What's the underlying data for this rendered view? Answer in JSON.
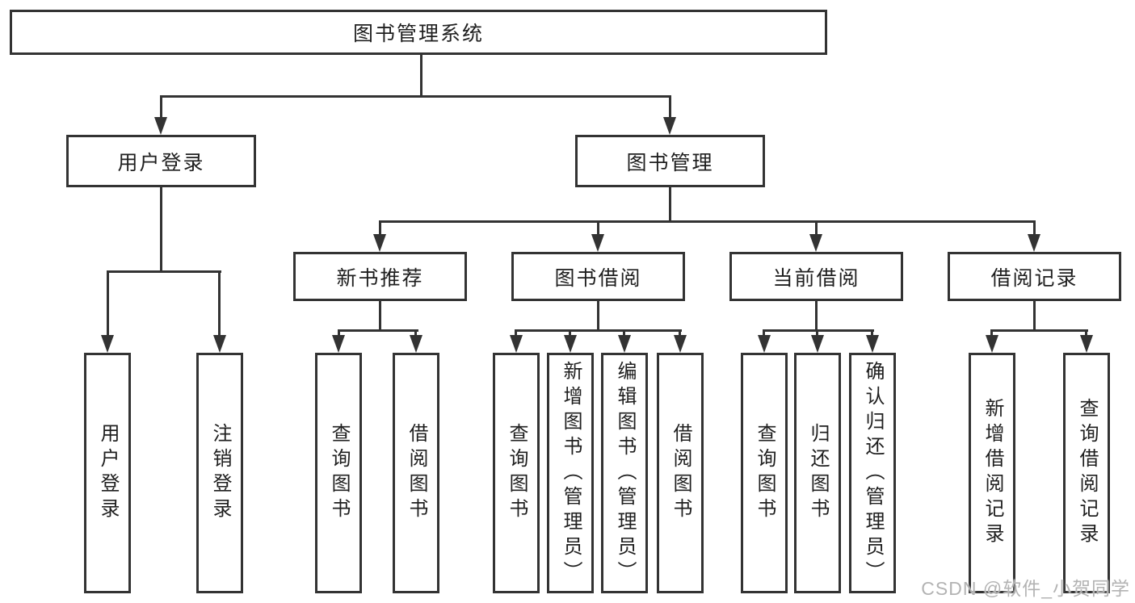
{
  "tree": {
    "label": "图书管理系统",
    "children": [
      {
        "label": "用户登录",
        "children": [
          {
            "label": "用户登录"
          },
          {
            "label": "注销登录"
          }
        ]
      },
      {
        "label": "图书管理",
        "children": [
          {
            "label": "新书推荐",
            "children": [
              {
                "label": "查询图书"
              },
              {
                "label": "借阅图书"
              }
            ]
          },
          {
            "label": "图书借阅",
            "children": [
              {
                "label": "查询图书"
              },
              {
                "label": "新增图书（管理员）"
              },
              {
                "label": "编辑图书（管理员）"
              },
              {
                "label": "借阅图书"
              }
            ]
          },
          {
            "label": "当前借阅",
            "children": [
              {
                "label": "查询图书"
              },
              {
                "label": "归还图书"
              },
              {
                "label": "确认归还（管理员）"
              }
            ]
          },
          {
            "label": "借阅记录",
            "children": [
              {
                "label": "新增借阅记录"
              },
              {
                "label": "查询借阅记录"
              }
            ]
          }
        ]
      }
    ]
  },
  "watermark": "CSDN @软件_小贺同学",
  "colors": {
    "line": "#333333",
    "box_border": "#333333",
    "text": "#1f1f1f",
    "background": "#ffffff",
    "watermark": "#b3b3b3"
  }
}
